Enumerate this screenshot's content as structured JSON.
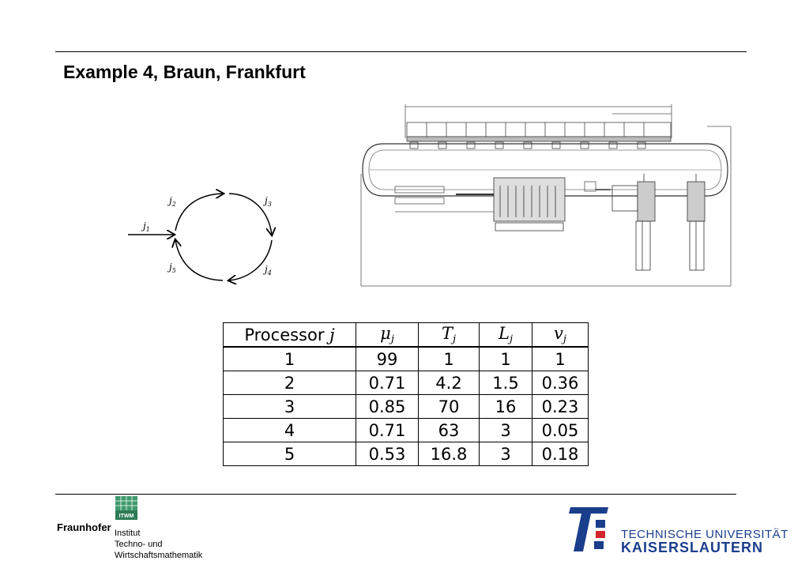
{
  "slide": {
    "title": "Example 4, Braun, Frankfurt"
  },
  "cycle_diagram": {
    "labels": [
      "j",
      "1",
      "j",
      "2",
      "j",
      "3",
      "j",
      "4",
      "j",
      "5"
    ]
  },
  "table": {
    "headers": [
      {
        "text": "Processor ",
        "sym": "j",
        "sub": ""
      },
      {
        "text": "",
        "sym": "μ",
        "sub": "j"
      },
      {
        "text": "",
        "sym": "T",
        "sub": "j"
      },
      {
        "text": "",
        "sym": "L",
        "sub": "j"
      },
      {
        "text": "",
        "sym": "v",
        "sub": "j"
      }
    ],
    "rows": [
      [
        "1",
        "99",
        "1",
        "1",
        "1"
      ],
      [
        "2",
        "0.71",
        "4.2",
        "1.5",
        "0.36"
      ],
      [
        "3",
        "0.85",
        "70",
        "16",
        "0.23"
      ],
      [
        "4",
        "0.71",
        "63",
        "3",
        "0.05"
      ],
      [
        "5",
        "0.53",
        "16.8",
        "3",
        "0.18"
      ]
    ]
  },
  "footer": {
    "itwm_label": "ITWM",
    "fraunhofer": "Fraunhofer",
    "institute_lines": [
      "Institut",
      "Techno- und",
      "Wirtschaftsmathematik"
    ],
    "tu_line1": "TECHNISCHE UNIVERSITÄT",
    "tu_line2": "KAISERSLAUTERN"
  },
  "colors": {
    "tu_blue": "#1a3e8c",
    "tu_red": "#d4262d",
    "itwm_green": "#3f9a6e"
  }
}
